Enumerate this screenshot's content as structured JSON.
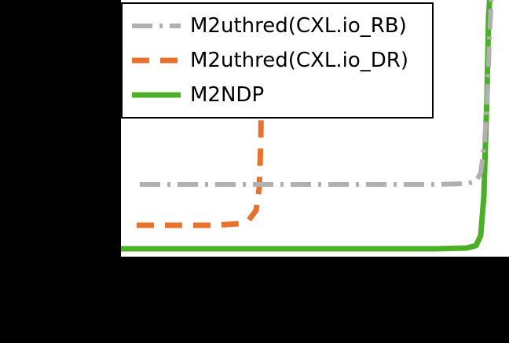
{
  "chart_data": {
    "type": "line",
    "title": "",
    "xlabel": "",
    "ylabel": "",
    "xlim": [
      0,
      100
    ],
    "ylim": [
      0,
      100
    ],
    "grid": false,
    "legend_position": "upper-left",
    "series": [
      {
        "name": "M2uthred(CXL.io_RB)",
        "color": "#b0b0b0",
        "style": "dashdot",
        "x": [
          0,
          6,
          58,
          88,
          93,
          95,
          96,
          97,
          100
        ],
        "y": [
          28,
          28,
          28,
          28,
          29,
          33,
          45,
          70,
          100
        ]
      },
      {
        "name": "M2uthred(CXL.io_DR)",
        "color": "#e8722c",
        "style": "dashed",
        "x": [
          0,
          5,
          22,
          31,
          35,
          36,
          37,
          38,
          39
        ],
        "y": [
          12,
          12,
          12,
          14,
          22,
          45,
          70,
          90,
          100
        ]
      },
      {
        "name": "M2NDP",
        "color": "#4caf28",
        "style": "solid",
        "x": [
          0,
          10,
          50,
          88,
          92,
          94,
          95,
          96,
          100
        ],
        "y": [
          3,
          3,
          3,
          3,
          4,
          12,
          40,
          80,
          100
        ]
      }
    ]
  },
  "legend": {
    "items": [
      {
        "label": "M2uthred(CXL.io_RB)",
        "color": "#b0b0b0",
        "style": "dashdot"
      },
      {
        "label": "M2uthred(CXL.io_DR)",
        "color": "#e8722c",
        "style": "dashed"
      },
      {
        "label": "M2NDP",
        "color": "#4caf28",
        "style": "solid"
      }
    ]
  }
}
